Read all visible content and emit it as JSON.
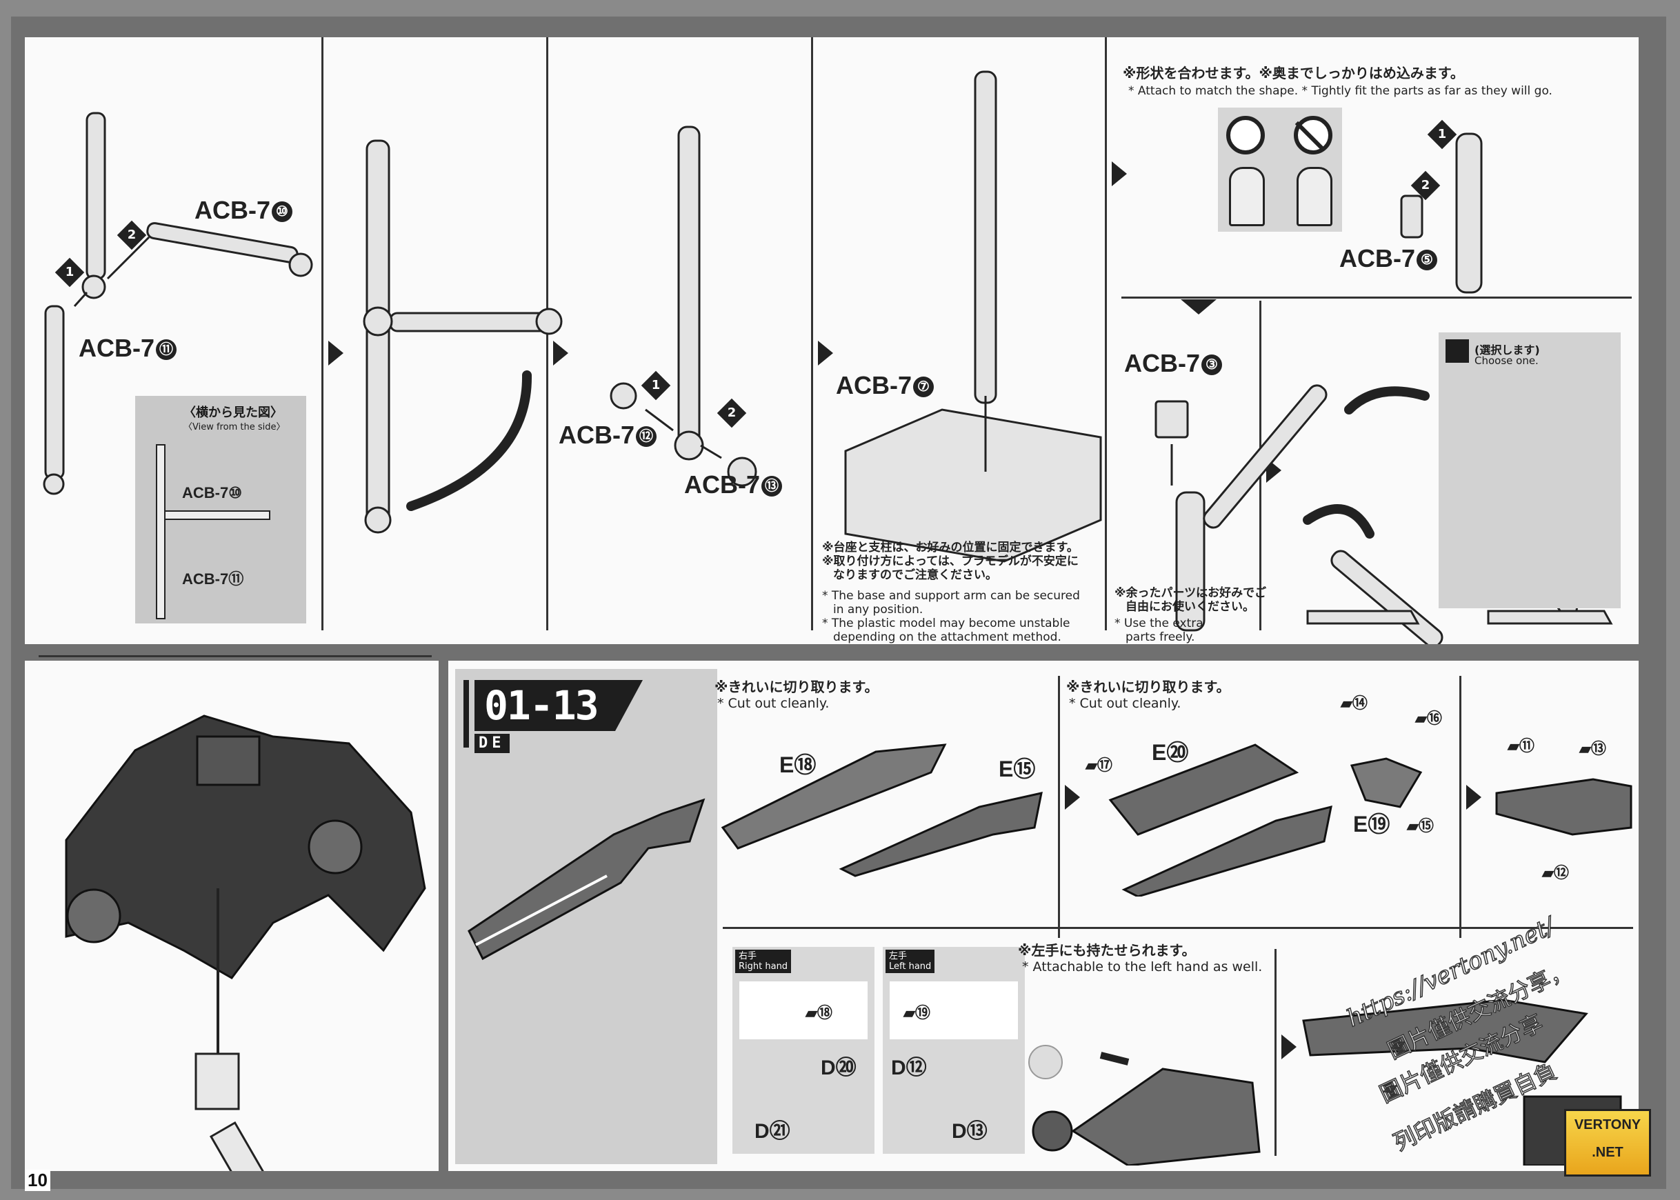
{
  "page_number": "10",
  "top": {
    "panel1": {
      "labels": [
        {
          "text": "ACB-7",
          "num": "⑩"
        },
        {
          "text": "ACB-7",
          "num": "⑪"
        }
      ],
      "steps": [
        "1",
        "2"
      ],
      "side_view": {
        "title_jp": "〈横から見た図〉",
        "title_en": "〈View from the side〉",
        "label_a": "ACB-7⑩",
        "label_b": "ACB-7⑪"
      }
    },
    "panel3": {
      "labels": [
        {
          "text": "ACB-7",
          "num": "⑫"
        },
        {
          "text": "ACB-7",
          "num": "⑬"
        }
      ],
      "steps": [
        "1",
        "2"
      ]
    },
    "panel4": {
      "label": {
        "text": "ACB-7",
        "num": "⑦"
      },
      "notes_jp": [
        "※台座と支柱は、お好みの位置に固定できます。",
        "※取り付け方によっては、プラモデルが不安定に",
        "なりますのでご注意ください。"
      ],
      "notes_en": [
        "* The base and support arm can be secured",
        "in any position.",
        "* The plastic model may become unstable",
        "depending on the attachment method."
      ]
    },
    "panel5": {
      "note_jp": "※形状を合わせます。※奥までしっかりはめ込みます。",
      "note_en": "* Attach to match the shape. * Tightly fit the parts as far as they will go.",
      "label": {
        "text": "ACB-7",
        "num": "⑤"
      },
      "steps": [
        "1",
        "2"
      ]
    },
    "panel6": {
      "label": {
        "text": "ACB-7",
        "num": "③"
      },
      "notes_jp": [
        "※余ったパーツはお好みでご",
        "自由にお使いください。"
      ],
      "notes_en": [
        "* Use the extra",
        "parts freely."
      ]
    },
    "panel8": {
      "choose_jp": "(選択します)",
      "choose_en": "Choose one."
    }
  },
  "bottom": {
    "step_code": "01-13",
    "step_sub": "DE",
    "a": {
      "note_jp": "※きれいに切り取ります。",
      "note_en": "* Cut out cleanly.",
      "labels": [
        "E⑱",
        "E⑮"
      ]
    },
    "b": {
      "note_jp": "※きれいに切り取ります。",
      "note_en": "* Cut out cleanly.",
      "labels": [
        "E⑳",
        "E⑲"
      ],
      "tags": [
        "⑭",
        "⑯",
        "⑰",
        "⑮"
      ]
    },
    "c": {
      "tags": [
        "⑪",
        "⑬",
        "⑫"
      ]
    },
    "hands": {
      "note_jp": "※左手にも持たせられます。",
      "note_en": "* Attachable to the left hand as well.",
      "right": {
        "tag_jp": "右手",
        "tag_en": "Right hand",
        "part": "⑱",
        "labels": [
          "D⑳",
          "D㉑"
        ]
      },
      "left": {
        "tag_jp": "左手",
        "tag_en": "Left hand",
        "part": "⑲",
        "labels": [
          "D⑫",
          "D⑬"
        ]
      }
    }
  },
  "watermark": {
    "url": "https://vertony.net/",
    "line1": "圖片僅供交流分享，",
    "line2": "圖片僅供交流分享",
    "line3": "列印版請購買自負",
    "logo_line1": "VERTONY",
    "logo_line2": ".NET"
  },
  "colors": {
    "background": "#707070",
    "sheet": "#fafafa",
    "ink": "#222222",
    "panel_gray": "#cfcfcf"
  }
}
